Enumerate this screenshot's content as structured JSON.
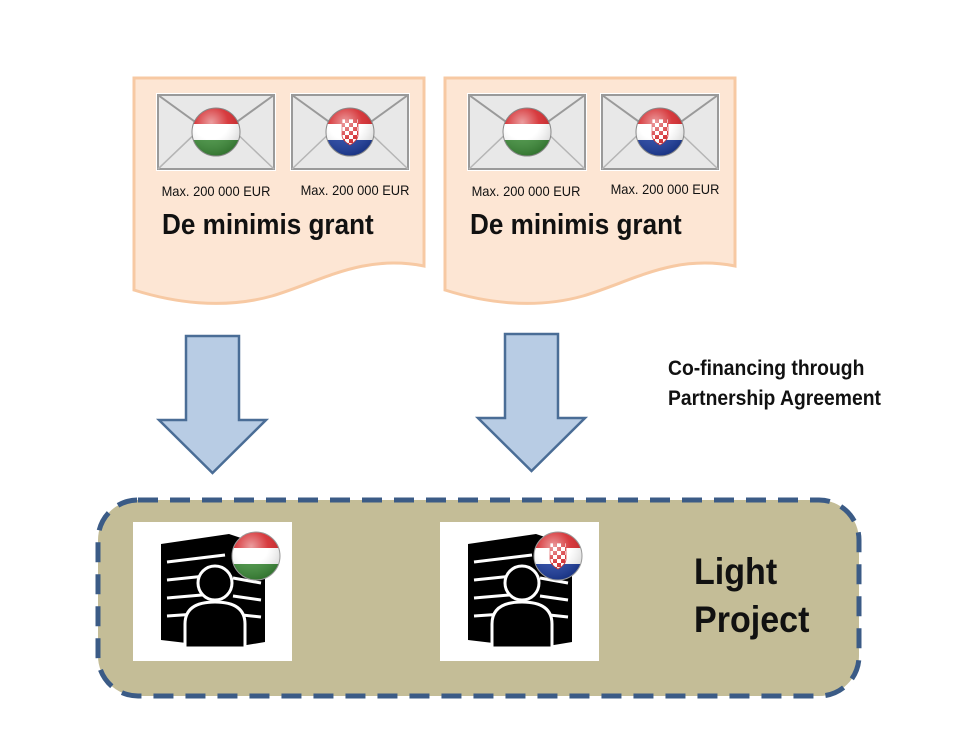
{
  "grant_documents": [
    {
      "envelopes": [
        {
          "flag": "hungary-flag-icon",
          "max_label": "Max. 200 000 EUR"
        },
        {
          "flag": "croatia-flag-icon",
          "max_label": "Max. 200 000 EUR"
        }
      ],
      "title": "De minimis grant"
    },
    {
      "envelopes": [
        {
          "flag": "hungary-flag-icon",
          "max_label": "Max. 200 000 EUR"
        },
        {
          "flag": "croatia-flag-icon",
          "max_label": "Max. 200 000 EUR"
        }
      ],
      "title": "De minimis grant"
    }
  ],
  "cofinancing": {
    "line1": "Co-financing through",
    "line2": "Partnership Agreement"
  },
  "project": {
    "title_line1": "Light",
    "title_line2": "Project",
    "organizations": [
      {
        "icon": "organization-building-person-icon",
        "flag": "hungary-flag-icon"
      },
      {
        "icon": "organization-building-person-icon",
        "flag": "croatia-flag-icon"
      }
    ]
  },
  "colors": {
    "document_fill": "#fde6d4",
    "document_border": "#f7c9a3",
    "arrow_fill": "#b8cce4",
    "arrow_stroke": "#4a6d96",
    "project_fill": "#c4bd97",
    "project_border": "#3b5b86",
    "hungary_red": "#d3262a",
    "hungary_green": "#3e8a3a",
    "croatia_blue": "#1f3e9c"
  }
}
